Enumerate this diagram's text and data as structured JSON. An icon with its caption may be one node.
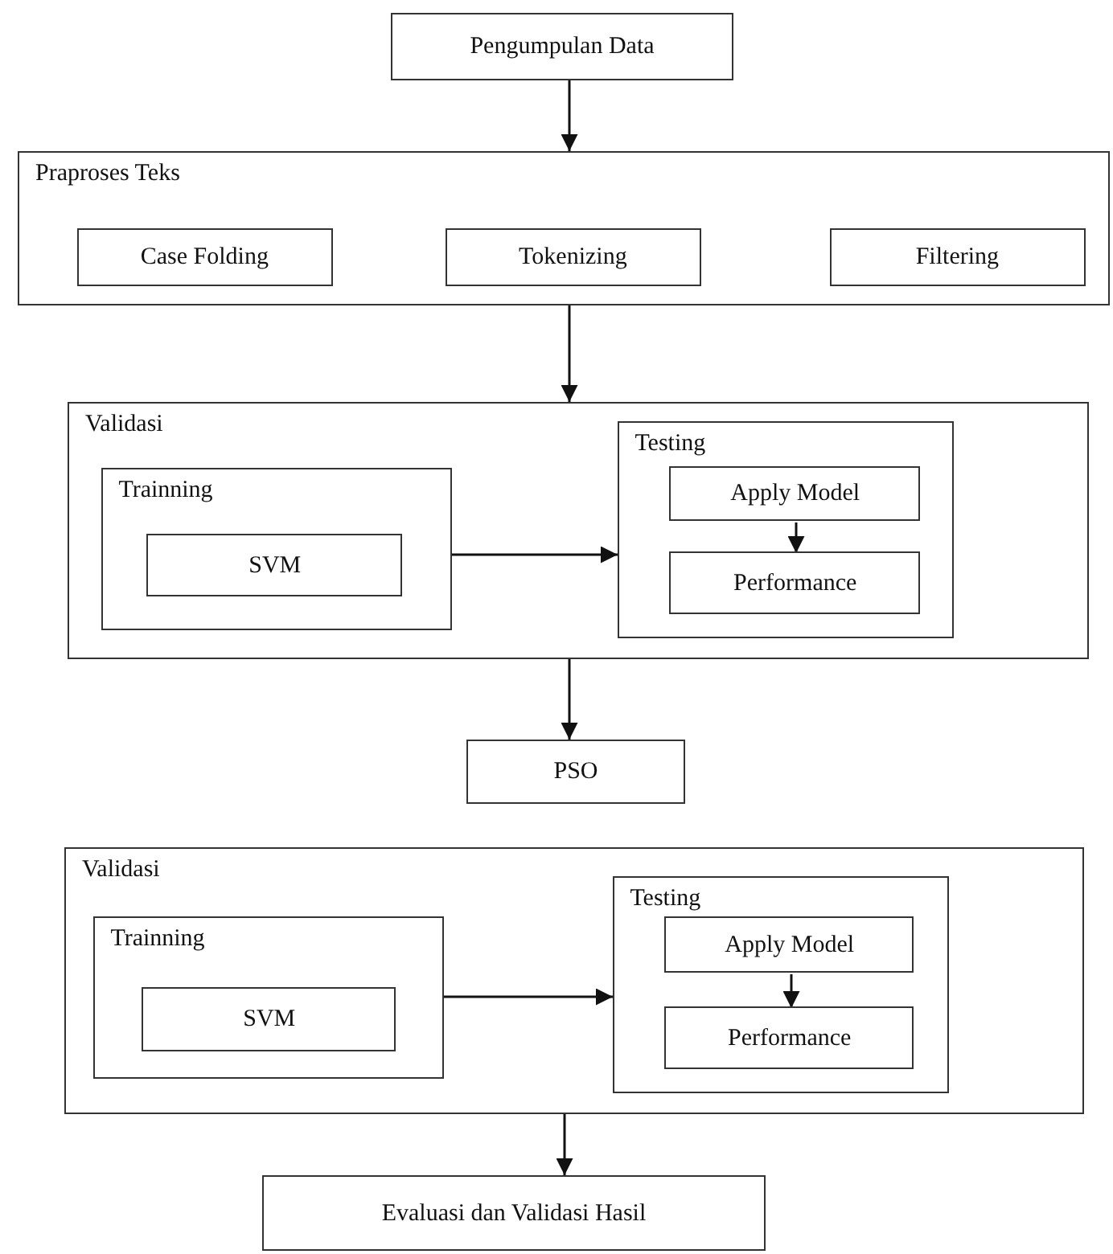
{
  "diagram": {
    "nodes": [
      {
        "text": [
          "Pengumpulan Data"
        ]
      },
      {
        "text": [
          "Praproses Teks"
        ]
      },
      {
        "text": [
          "Case Folding"
        ],
        "in": 1
      },
      {
        "text": [
          "Tokenizing"
        ],
        "in": 1
      },
      {
        "text": [
          "Filtering"
        ],
        "in": 1
      },
      {
        "text": [
          "Validasi"
        ]
      },
      {
        "text": [
          "Trainning"
        ],
        "in": 5
      },
      {
        "text": [
          "SVM"
        ],
        "in": 6
      },
      {
        "text": [
          "Testing"
        ],
        "in": 5
      },
      {
        "text": [
          "Apply Model"
        ],
        "in": 8
      },
      {
        "text": [
          "Performance"
        ],
        "in": 8
      },
      {
        "text": [
          "PSO"
        ]
      },
      {
        "text": [
          "Validasi"
        ]
      },
      {
        "text": [
          "Trainning"
        ],
        "in": 12
      },
      {
        "text": [
          "SVM"
        ],
        "in": 13
      },
      {
        "text": [
          "Testing"
        ],
        "in": 12
      },
      {
        "text": [
          "Apply Model"
        ],
        "in": 15
      },
      {
        "text": [
          "Performance"
        ],
        "in": 15
      },
      {
        "text": [
          "Evaluasi dan Validasi Hasil"
        ]
      }
    ],
    "edges": [
      {
        "from": 0,
        "to": 1,
        "arrow": "to"
      },
      {
        "from": 1,
        "to": 5,
        "arrow": "to"
      },
      {
        "from": 6,
        "to": 8,
        "arrow": "to"
      },
      {
        "from": 9,
        "to": 10,
        "arrow": "to"
      },
      {
        "from": 5,
        "to": 11,
        "arrow": "to"
      },
      {
        "from": 13,
        "to": 15,
        "arrow": "to"
      },
      {
        "from": 16,
        "to": 17,
        "arrow": "to"
      },
      {
        "from": 12,
        "to": 18,
        "arrow": "to"
      }
    ]
  }
}
